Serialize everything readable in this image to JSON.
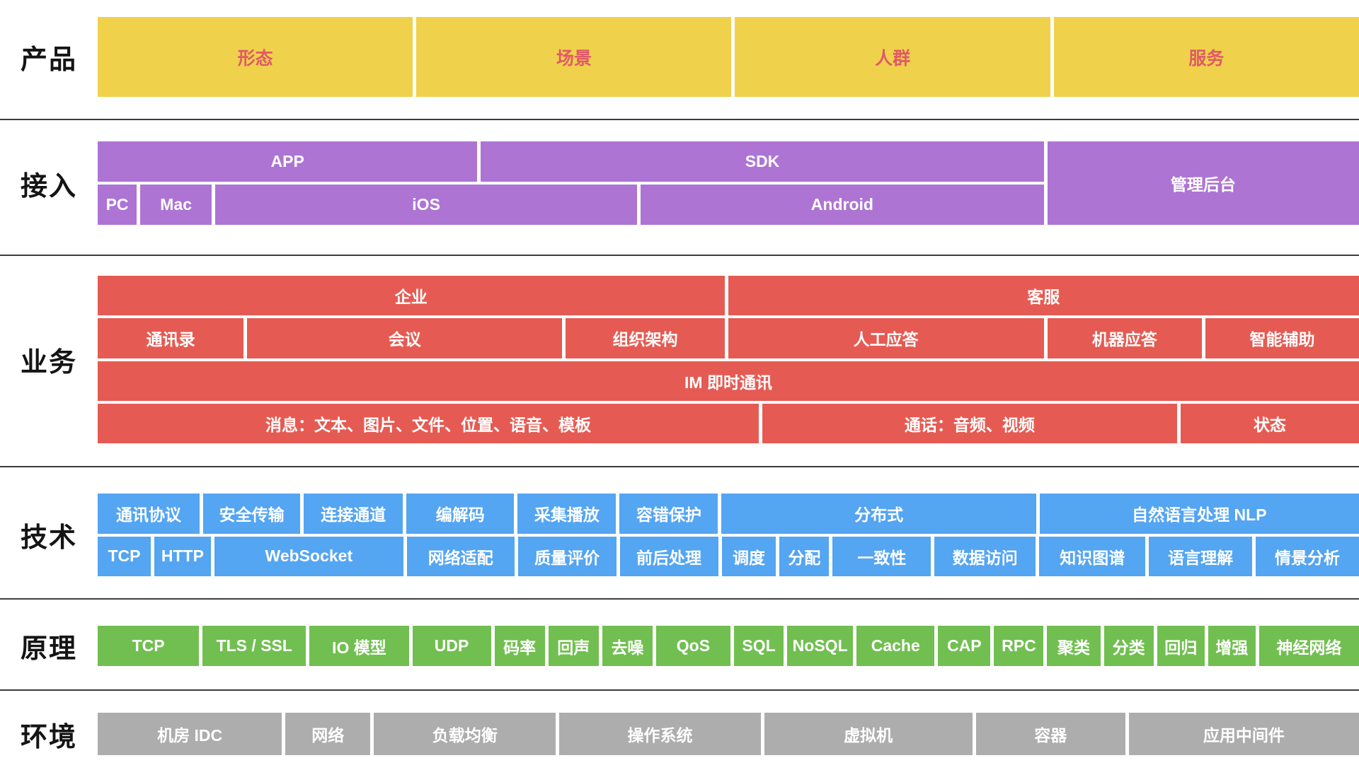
{
  "colors": {
    "product_bg": "#F0D14B",
    "product_text": "#E05A68",
    "access_bg": "#AD74D4",
    "business_bg": "#E55B53",
    "tech_bg": "#54A5F2",
    "principle_bg": "#71BF50",
    "env_bg": "#ADADAD",
    "label_text": "#141414",
    "divider": "#3C3C3C"
  },
  "sections": {
    "product": {
      "label": "产品",
      "blocks": [
        "形态",
        "场景",
        "人群",
        "服务"
      ]
    },
    "access": {
      "label": "接入",
      "top_row": [
        "APP",
        "SDK"
      ],
      "bottom_row": [
        "PC",
        "Mac",
        "iOS",
        "Android"
      ],
      "right_block": "管理后台"
    },
    "business": {
      "label": "业务",
      "row1": [
        "企业",
        "客服"
      ],
      "row2": [
        "通讯录",
        "会议",
        "组织架构",
        "人工应答",
        "机器应答",
        "智能辅助"
      ],
      "row3": [
        "IM 即时通讯"
      ],
      "row4": [
        "消息：文本、图片、文件、位置、语音、模板",
        "通话：音频、视频",
        "状态"
      ]
    },
    "tech": {
      "label": "技术",
      "row1": [
        "通讯协议",
        "安全传输",
        "连接通道",
        "编解码",
        "采集播放",
        "容错保护",
        "分布式",
        "自然语言处理 NLP"
      ],
      "row2": [
        "TCP",
        "HTTP",
        "WebSocket",
        "网络适配",
        "质量评价",
        "前后处理",
        "调度",
        "分配",
        "一致性",
        "数据访问",
        "知识图谱",
        "语言理解",
        "情景分析"
      ]
    },
    "principle": {
      "label": "原理",
      "blocks": [
        "TCP",
        "TLS / SSL",
        "IO 模型",
        "UDP",
        "码率",
        "回声",
        "去噪",
        "QoS",
        "SQL",
        "NoSQL",
        "Cache",
        "CAP",
        "RPC",
        "聚类",
        "分类",
        "回归",
        "增强",
        "神经网络"
      ]
    },
    "environment": {
      "label": "环境",
      "blocks": [
        "机房 IDC",
        "网络",
        "负载均衡",
        "操作系统",
        "虚拟机",
        "容器",
        "应用中间件"
      ]
    }
  }
}
